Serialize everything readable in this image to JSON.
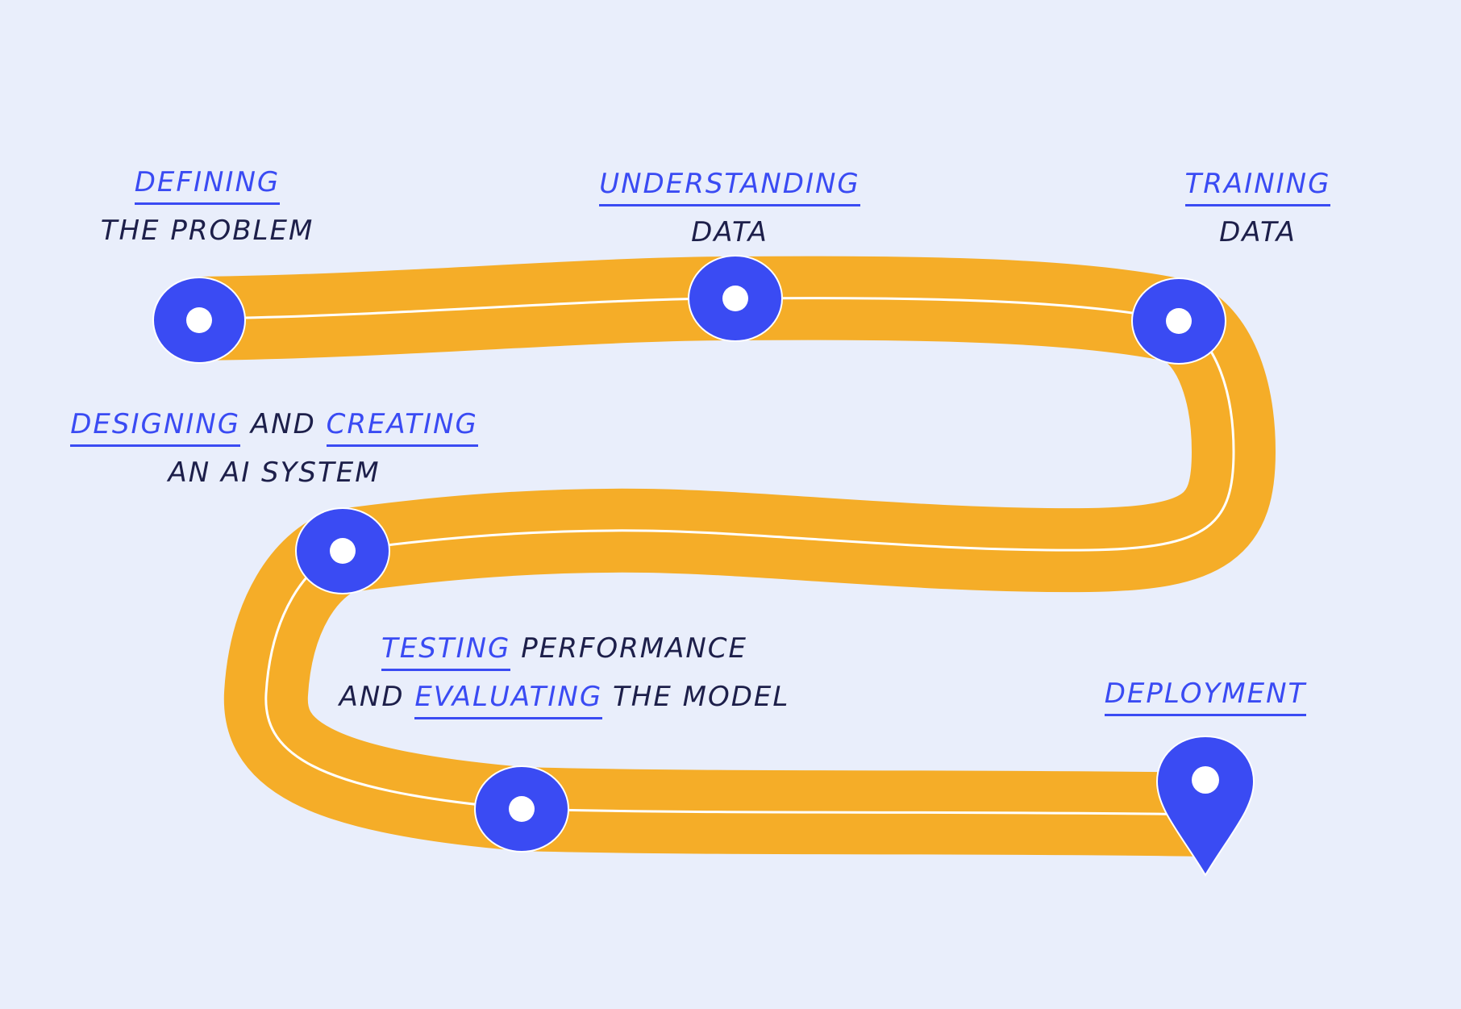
{
  "colors": {
    "background": "#e9eefb",
    "road": "#f5ad28",
    "road_line": "#ffffff",
    "marker": "#3a4bf3",
    "marker_dot": "#ffffff",
    "highlight_text": "#3a4bf3",
    "dark_text": "#1d1f4a"
  },
  "steps": [
    {
      "highlight": "Defining",
      "rest": "the problem"
    },
    {
      "highlight": "Understanding",
      "rest": "data"
    },
    {
      "highlight": "Training",
      "rest": "data"
    },
    {
      "highlight_a": "Designing",
      "and": "and",
      "highlight_b": "creating",
      "rest": "an AI system"
    },
    {
      "highlight_a": "Testing",
      "word_a": "performance",
      "and": "and",
      "highlight_b": "evaluating",
      "rest": "the model"
    },
    {
      "highlight": "Deployment"
    }
  ],
  "icons": {
    "step_marker": "circle-marker-icon",
    "final_marker": "location-pin-icon"
  }
}
